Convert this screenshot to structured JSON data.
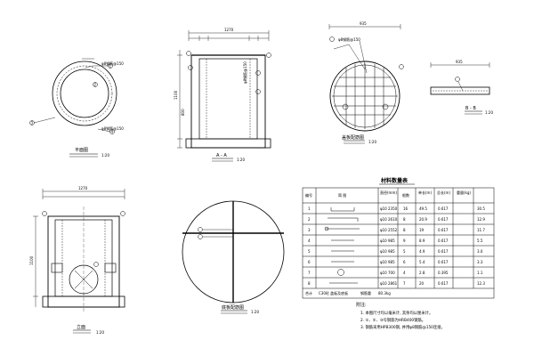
{
  "views": {
    "plan_top": {
      "title": "平面图",
      "scale": "1:20"
    },
    "section_aa": {
      "title": "A - A",
      "scale": "1:20",
      "width_dim": "1270",
      "height_dim": "1100",
      "depth_dim": "800"
    },
    "cover_rebar": {
      "title": "盖板配筋图",
      "scale": "1:20",
      "width_dim": "935"
    },
    "section_bb": {
      "title": "B - B",
      "scale": "1:20",
      "width_dim": "935"
    },
    "elevation": {
      "title": "立面",
      "scale": "1:20",
      "width_dim": "1270",
      "height_dim": "1100"
    },
    "base_rebar": {
      "title": "底板配筋图",
      "scale": "1:20"
    }
  },
  "rebar_labels": [
    "φ8钢筋@150",
    "φ8钢筋@150",
    "φ8钢筋@150",
    "φ8钢筋@150"
  ],
  "markers": [
    "1",
    "2",
    "3",
    "4",
    "5",
    "6",
    "7",
    "8"
  ],
  "table": {
    "title": "材料数量表",
    "headers": [
      "编号",
      "简  图",
      "直径(mm)",
      "根数",
      "单长(m)",
      "总长(m)",
      "重量(kg)"
    ],
    "sub_headers": [
      "",
      "",
      "(mm)",
      "",
      "(cm)",
      "(m)",
      "(kg)"
    ],
    "rows": [
      [
        "1",
        "",
        "φ10",
        "2350",
        "16",
        "49.5",
        "0.617",
        "30.5"
      ],
      [
        "2",
        "",
        "φ10",
        "2610",
        "8",
        "20.9",
        "0.617",
        "12.9"
      ],
      [
        "3",
        "",
        "φ10",
        "2552",
        "8",
        "19",
        "0.617",
        "11.7"
      ],
      [
        "4",
        "",
        "φ10",
        "985",
        "9",
        "8.9",
        "0.617",
        "5.5"
      ],
      [
        "5",
        "",
        "φ10",
        "985",
        "5",
        "4.9",
        "0.617",
        "3.0"
      ],
      [
        "6",
        "",
        "φ10",
        "985",
        "6",
        "5.4",
        "0.617",
        "3.3"
      ],
      [
        "7",
        "",
        "φ10",
        "700",
        "4",
        "2.8",
        "0.395",
        "1.1"
      ],
      [
        "8",
        "",
        "φ10",
        "2861",
        "7",
        "20",
        "0.617",
        "12.3"
      ]
    ],
    "total_row": [
      "合计",
      "C30砼 盖板及底板",
      "",
      "钢筋重",
      "",
      "",
      "80.3kg"
    ]
  },
  "notes": {
    "title": "附注:",
    "lines": [
      "1. 本图尺寸均以毫米计, 其余均以厘米计。",
      "2. ①、②、③号钢筋为HRB400钢筋。",
      "3. 钢筋采用HPB300钢, 并用φ8钢筋@150连接。"
    ]
  }
}
